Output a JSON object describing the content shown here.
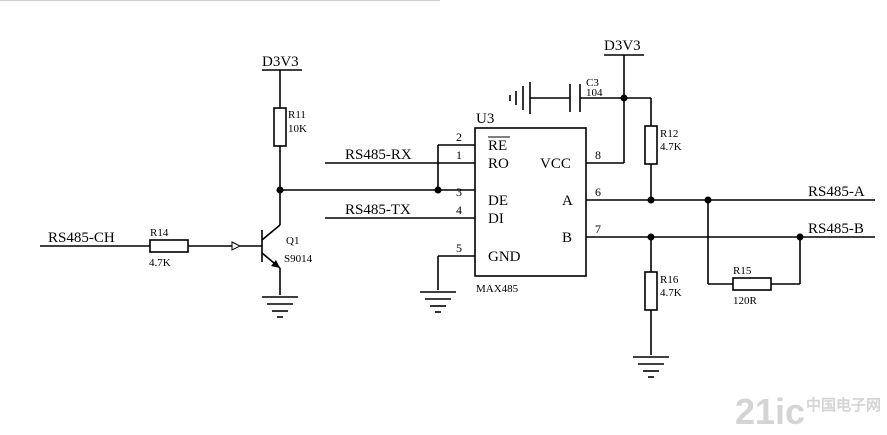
{
  "power": {
    "left": "D3V3",
    "right": "D3V3"
  },
  "chip": {
    "ref": "U3",
    "part": "MAX485",
    "pins": [
      {
        "num": "2",
        "name": "RE"
      },
      {
        "num": "1",
        "name": "RO"
      },
      {
        "num": "3",
        "name": "DE"
      },
      {
        "num": "4",
        "name": "DI"
      },
      {
        "num": "5",
        "name": "GND"
      },
      {
        "num": "8",
        "name": "VCC"
      },
      {
        "num": "6",
        "name": "A"
      },
      {
        "num": "7",
        "name": "B"
      }
    ]
  },
  "nets": {
    "rx": "RS485-RX",
    "tx": "RS485-TX",
    "ch": "RS485-CH",
    "a": "RS485-A",
    "b": "RS485-B"
  },
  "components": {
    "r11": {
      "ref": "R11",
      "value": "10K"
    },
    "r12": {
      "ref": "R12",
      "value": "4.7K"
    },
    "r14": {
      "ref": "R14",
      "value": "4.7K"
    },
    "r15": {
      "ref": "R15",
      "value": "120R"
    },
    "r16": {
      "ref": "R16",
      "value": "4.7K"
    },
    "c3": {
      "ref": "C3",
      "value": "104"
    },
    "q1": {
      "ref": "Q1",
      "value": "S9014"
    }
  },
  "watermark": {
    "text": "21ic",
    "sub": "中国电子网"
  }
}
